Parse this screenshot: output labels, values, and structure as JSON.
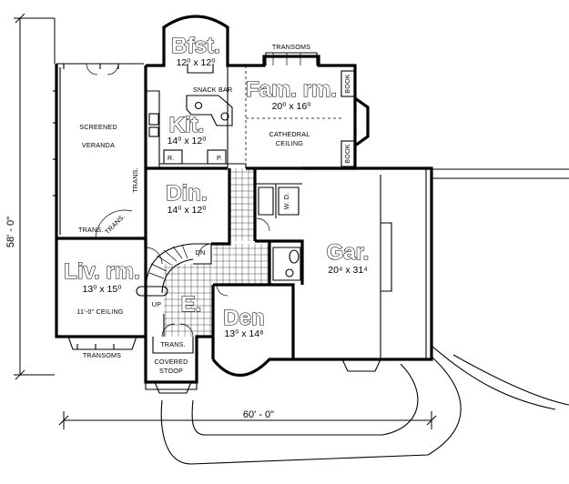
{
  "rooms": {
    "bfst": {
      "name": "Bfst.",
      "size": "12⁰ x 12⁰"
    },
    "fam": {
      "name": "Fam. rm.",
      "size": "20⁰ x 16⁰"
    },
    "kit": {
      "name": "Kit.",
      "size": "14⁰ x 12⁰"
    },
    "din": {
      "name": "Din.",
      "size": "14⁰ x 12⁰"
    },
    "gar": {
      "name": "Gar.",
      "size": "20⁴ x 31⁴"
    },
    "liv": {
      "name": "Liv. rm.",
      "size": "13⁰ x 15⁰"
    },
    "den": {
      "name": "Den",
      "size": "13⁰ x 14⁸"
    },
    "entry": {
      "name": "E."
    }
  },
  "labels": {
    "transoms_top": "TRANSOMS",
    "snack_bar": "SNACK BAR",
    "screened": "SCREENED",
    "veranda": "VERANDA",
    "cathedral": "CATHEDRAL",
    "ceiling": "CEILING",
    "book": "BOOK",
    "trans": "TRANS.",
    "wd": "W.  D.",
    "dn": "DN",
    "up": "UP",
    "r": "R.",
    "p": "P.",
    "liv_ceiling": "11'-0\" CEILING",
    "transoms_bottom": "TRANSOMS",
    "covered": "COVERED",
    "stoop": "STOOP"
  },
  "dimensions": {
    "depth": "58' - 0\"",
    "width": "60' - 0\""
  }
}
